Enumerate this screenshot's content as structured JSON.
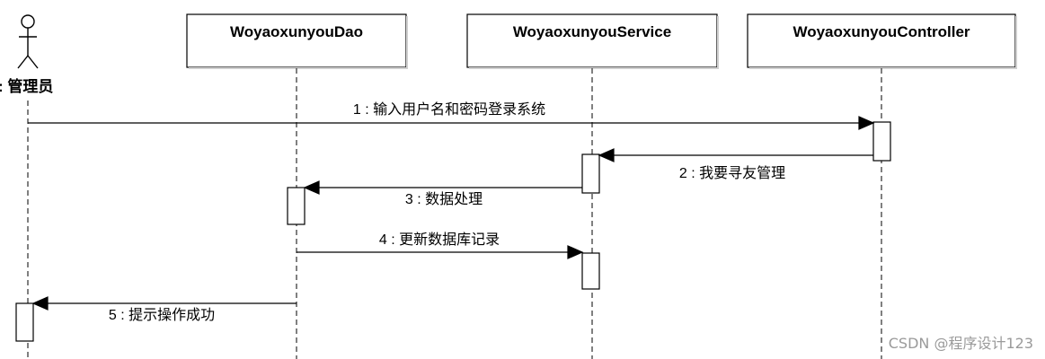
{
  "actor": {
    "label": ": 管理员",
    "icon": "stick-figure-actor-icon"
  },
  "objects": [
    {
      "id": "dao",
      "label": "WoyaoxunyouDao"
    },
    {
      "id": "service",
      "label": "WoyaoxunyouService"
    },
    {
      "id": "controller",
      "label": "WoyaoxunyouController"
    }
  ],
  "messages": [
    {
      "num": "1",
      "text": "1 : 输入用户名和密码登录系统",
      "from": "actor",
      "to": "controller"
    },
    {
      "num": "2",
      "text": "2 : 我要寻友管理",
      "from": "controller",
      "to": "service"
    },
    {
      "num": "3",
      "text": "3 : 数据处理",
      "from": "service",
      "to": "dao"
    },
    {
      "num": "4",
      "text": "4 : 更新数据库记录",
      "from": "dao",
      "to": "service"
    },
    {
      "num": "5",
      "text": "5 : 提示操作成功",
      "from": "dao",
      "to": "actor"
    }
  ],
  "watermark": "CSDN @程序设计123",
  "colors": {
    "line": "#000000",
    "box_fill": "#ffffff",
    "watermark": "#9a9a9a"
  }
}
